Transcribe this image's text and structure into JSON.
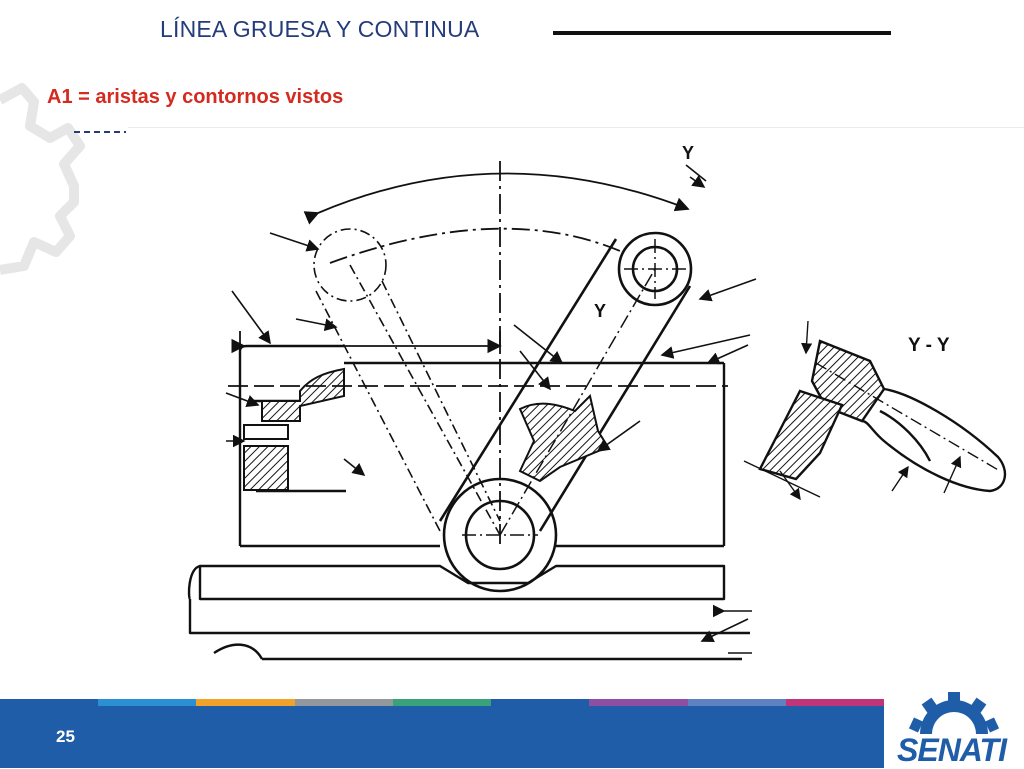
{
  "slide": {
    "title": "LÍNEA GRUESA Y CONTINUA",
    "subtitle": "A1 = aristas y contornos vistos",
    "page_number": "25"
  },
  "drawing": {
    "section_mark": "Y",
    "section_mark_2": "Y",
    "section_label": "Y - Y"
  },
  "logo": {
    "text": "SENATI"
  },
  "colors": {
    "title": "#243c7a",
    "subtitle": "#d42a1f",
    "footer_band": "#1f5da8",
    "logo": "#1f5da8",
    "stripe": [
      "#1f5da8",
      "#2b8fd4",
      "#f0a22a",
      "#93989c",
      "#3aa27a",
      "#1f5da8",
      "#8c4fa3",
      "#5f80c1",
      "#c0357a"
    ]
  }
}
